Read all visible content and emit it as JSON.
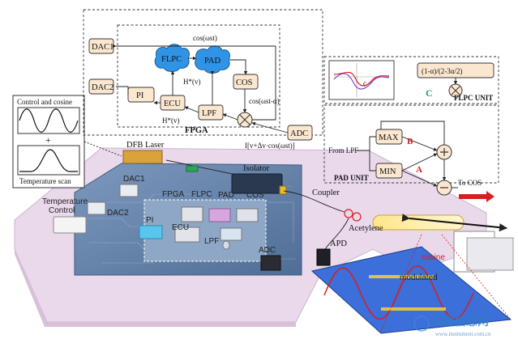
{
  "fpga_block": {
    "dac1": "DAC1",
    "dac2": "DAC2",
    "pi": "PI",
    "ecu": "ECU",
    "flpc": "FLPC",
    "pad": "PAD",
    "cos": "COS",
    "lpf": "LPF",
    "adc": "ADC",
    "title": "FPGA",
    "sig_cos_top": "cos(ωst)",
    "sig_hv1": "H*(v)",
    "sig_hv2": "H*(v)",
    "sig_cos_phase": "cos(ωst-α)",
    "sig_input": "I[v+Δv·cos(ωst)]"
  },
  "flpc_unit": {
    "formula": "(1-α)/(2-3α/2)",
    "label_c": "C",
    "title": "FLPC UNIT",
    "plot_label": "c"
  },
  "pad_unit": {
    "max": "MAX",
    "min": "MIN",
    "from_lpf": "From LPF",
    "to_cos": "To COS",
    "label_a": "A",
    "label_b": "B",
    "title": "PAD UNIT"
  },
  "inset": {
    "control_label": "Control and cosine",
    "plus": "+",
    "temp_label": "Temperature scan"
  },
  "hardware": {
    "dfb_laser": "DFB Laser",
    "isolator": "Isolator",
    "coupler": "Coupler",
    "acetylene": "Acetylene",
    "apd": "APD",
    "temperature_control": "Temperature\nControl",
    "board_dac1": "DAC1",
    "board_dac2": "DAC2",
    "board_fpga": "FPGA",
    "board_flpc": "FLPC",
    "board_pad": "PAD",
    "board_cos": "COS",
    "board_pi": "PI",
    "board_ecu": "ECU",
    "board_lpf": "LPF",
    "board_adc": "ADC",
    "cosine": "cosine",
    "modulated": "modulated"
  },
  "watermark": {
    "cn": "仪器信息网",
    "url": "www.instrument.com.cn"
  },
  "colors": {
    "box_fill": "#fbe7cf",
    "flpc_pad_fill": "#2f93e6",
    "platform": "#e9d7ea",
    "board": "#5d7fa8",
    "red": "#d81e1e",
    "green": "#1f9a76"
  }
}
